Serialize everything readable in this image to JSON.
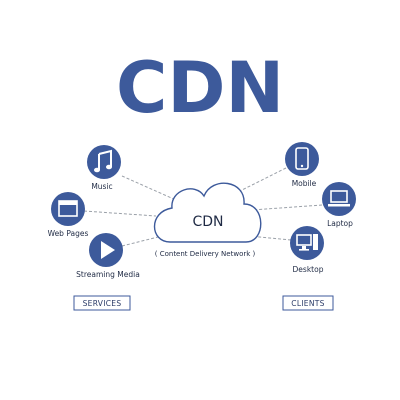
{
  "title": "CDN",
  "cloud": {
    "label": "CDN",
    "caption": "( Content Delivery Network )"
  },
  "services": {
    "heading": "SERVICES",
    "items": [
      {
        "label": "Music",
        "icon": "music-note-icon"
      },
      {
        "label": "Web Pages",
        "icon": "web-page-icon"
      },
      {
        "label": "Streaming Media",
        "icon": "play-icon"
      }
    ]
  },
  "clients": {
    "heading": "CLIENTS",
    "items": [
      {
        "label": "Mobile",
        "icon": "mobile-phone-icon"
      },
      {
        "label": "Laptop",
        "icon": "laptop-icon"
      },
      {
        "label": "Desktop",
        "icon": "desktop-computer-icon"
      }
    ]
  },
  "colors": {
    "primary": "#3d5a9b",
    "text": "#1f2a44",
    "connector": "#9aa0a8"
  }
}
